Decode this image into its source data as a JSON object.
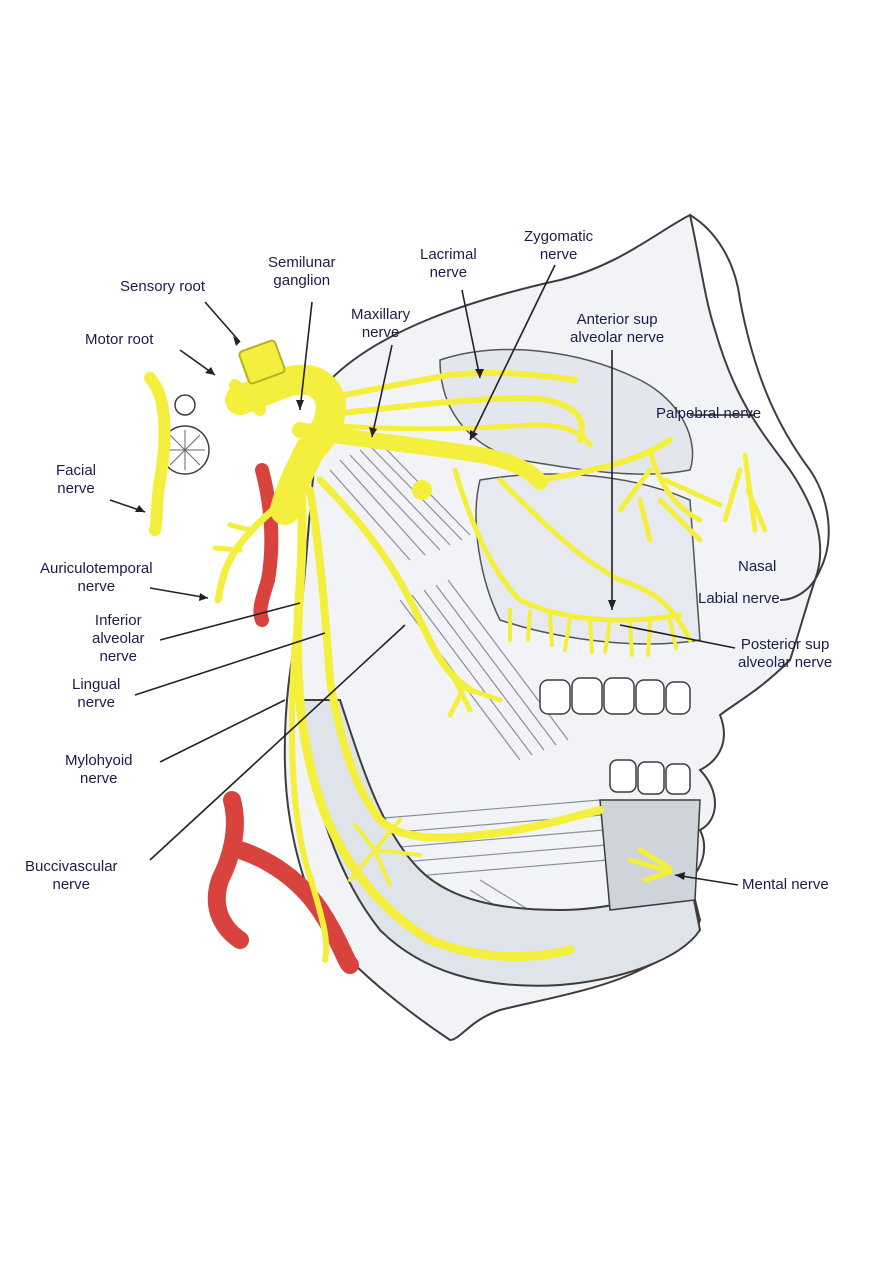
{
  "labels": {
    "sensory_root": "Sensory root",
    "semilunar_ganglion": [
      "Semilunar",
      "ganglion"
    ],
    "lacrimal_nerve": [
      "Lacrimal",
      "nerve"
    ],
    "zygomatic_nerve": [
      "Zygomatic",
      "nerve"
    ],
    "motor_root": "Motor root",
    "maxillary_nerve": [
      "Maxillary",
      "nerve"
    ],
    "anterior_sup_alveolar_nerve": [
      "Anterior sup",
      "alveolar nerve"
    ],
    "palpebral_nerve": "Palpebral nerve",
    "facial_nerve": [
      "Facial",
      "nerve"
    ],
    "auriculotemporal_nerve": [
      "Auriculotemporal",
      "nerve"
    ],
    "nasal": "Nasal",
    "labial_nerve": "Labial nerve",
    "inferior_alveolar_nerve": [
      "Inferior",
      "alveolar",
      "nerve"
    ],
    "posterior_sup_alveolar_nerve": [
      "Posterior sup",
      "alveolar nerve"
    ],
    "lingual_nerve": [
      "Lingual",
      "nerve"
    ],
    "mylohyoid_nerve": [
      "Mylohyoid",
      "nerve"
    ],
    "buccivascular_nerve": [
      "Buccivascular",
      "nerve"
    ],
    "mental_nerve": "Mental nerve"
  },
  "colors": {
    "nerve": "#f3ef3c",
    "nerve_outline": "#b8b020",
    "artery": "#d9433e",
    "bone": "#e9ecf2",
    "muscle": "#b9bec9",
    "line": "#3d3d3d",
    "label": "#1c1c4a"
  }
}
